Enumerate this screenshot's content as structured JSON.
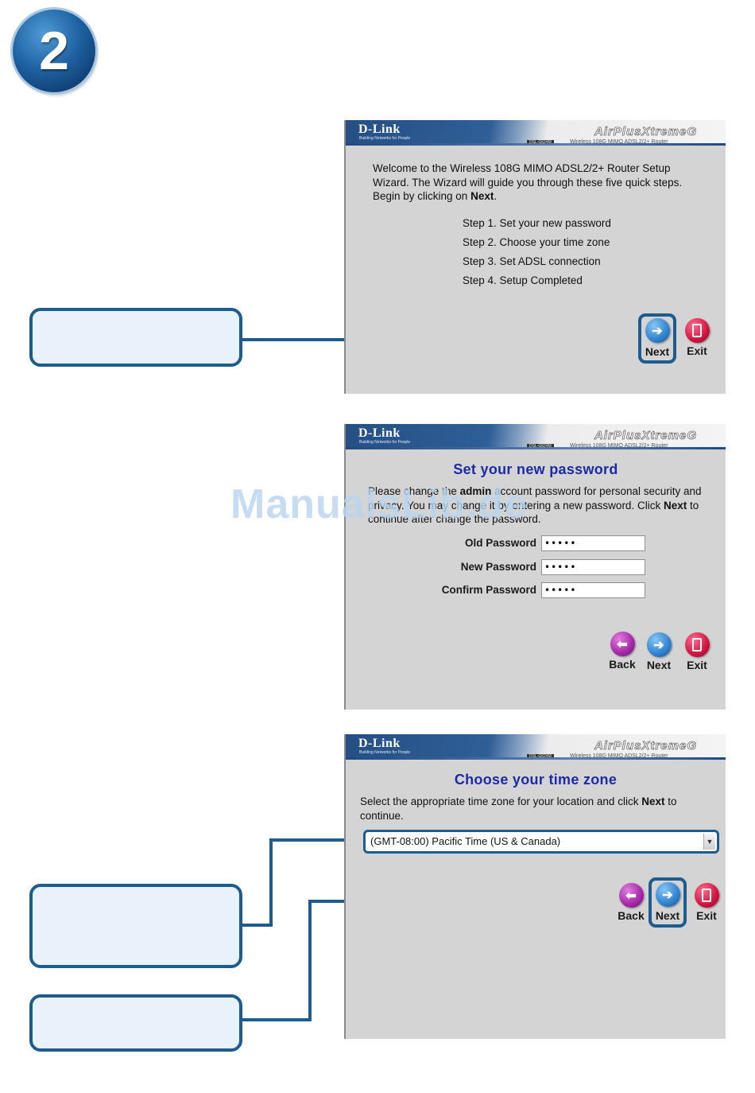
{
  "step_number": "2",
  "brand": {
    "logo": "D-Link",
    "tagline": "Building Networks for People",
    "product_logo": "AirPlusXtremeG",
    "model": "DSL-G624M",
    "model_description": "Wireless 108G MIMO ADSL2/2+ Router"
  },
  "welcome_screen": {
    "intro_part1": "Welcome to the Wireless 108G MIMO ADSL2/2+ Router Setup Wizard. The Wizard will guide you through these five quick steps. Begin by clicking on ",
    "intro_next": "Next",
    "intro_end": ".",
    "steps": [
      "Step 1. Set your new password",
      "Step 2. Choose your time zone",
      "Step 3. Set ADSL connection",
      "Step 4. Setup Completed"
    ],
    "buttons": {
      "next": "Next",
      "exit": "Exit"
    }
  },
  "password_screen": {
    "title": "Set your new password",
    "intro_part1": "Please change the ",
    "intro_admin": "admin",
    "intro_part2": " account password for personal security and privacy. You may change it by entering a new password. Click ",
    "intro_next": "Next",
    "intro_part3": " to continue after change the password.",
    "fields": [
      {
        "label": "Old Password",
        "value": "•••••"
      },
      {
        "label": "New Password",
        "value": "•••••"
      },
      {
        "label": "Confirm Password",
        "value": "•••••"
      }
    ],
    "buttons": {
      "back": "Back",
      "next": "Next",
      "exit": "Exit"
    }
  },
  "timezone_screen": {
    "title": "Choose your time zone",
    "intro_part1": "Select the appropriate time zone for your location and click ",
    "intro_next": "Next",
    "intro_part2": " to continue.",
    "selected_timezone": "(GMT-08:00) Pacific Time (US & Canada)",
    "buttons": {
      "back": "Back",
      "next": "Next",
      "exit": "Exit"
    }
  },
  "watermark": "ManualsLib.de",
  "colors": {
    "callout_border": "#1d5c8f",
    "callout_fill": "#e9f1fa",
    "panel_background": "#d4d4d4",
    "title_blue": "#1b2aa8"
  }
}
